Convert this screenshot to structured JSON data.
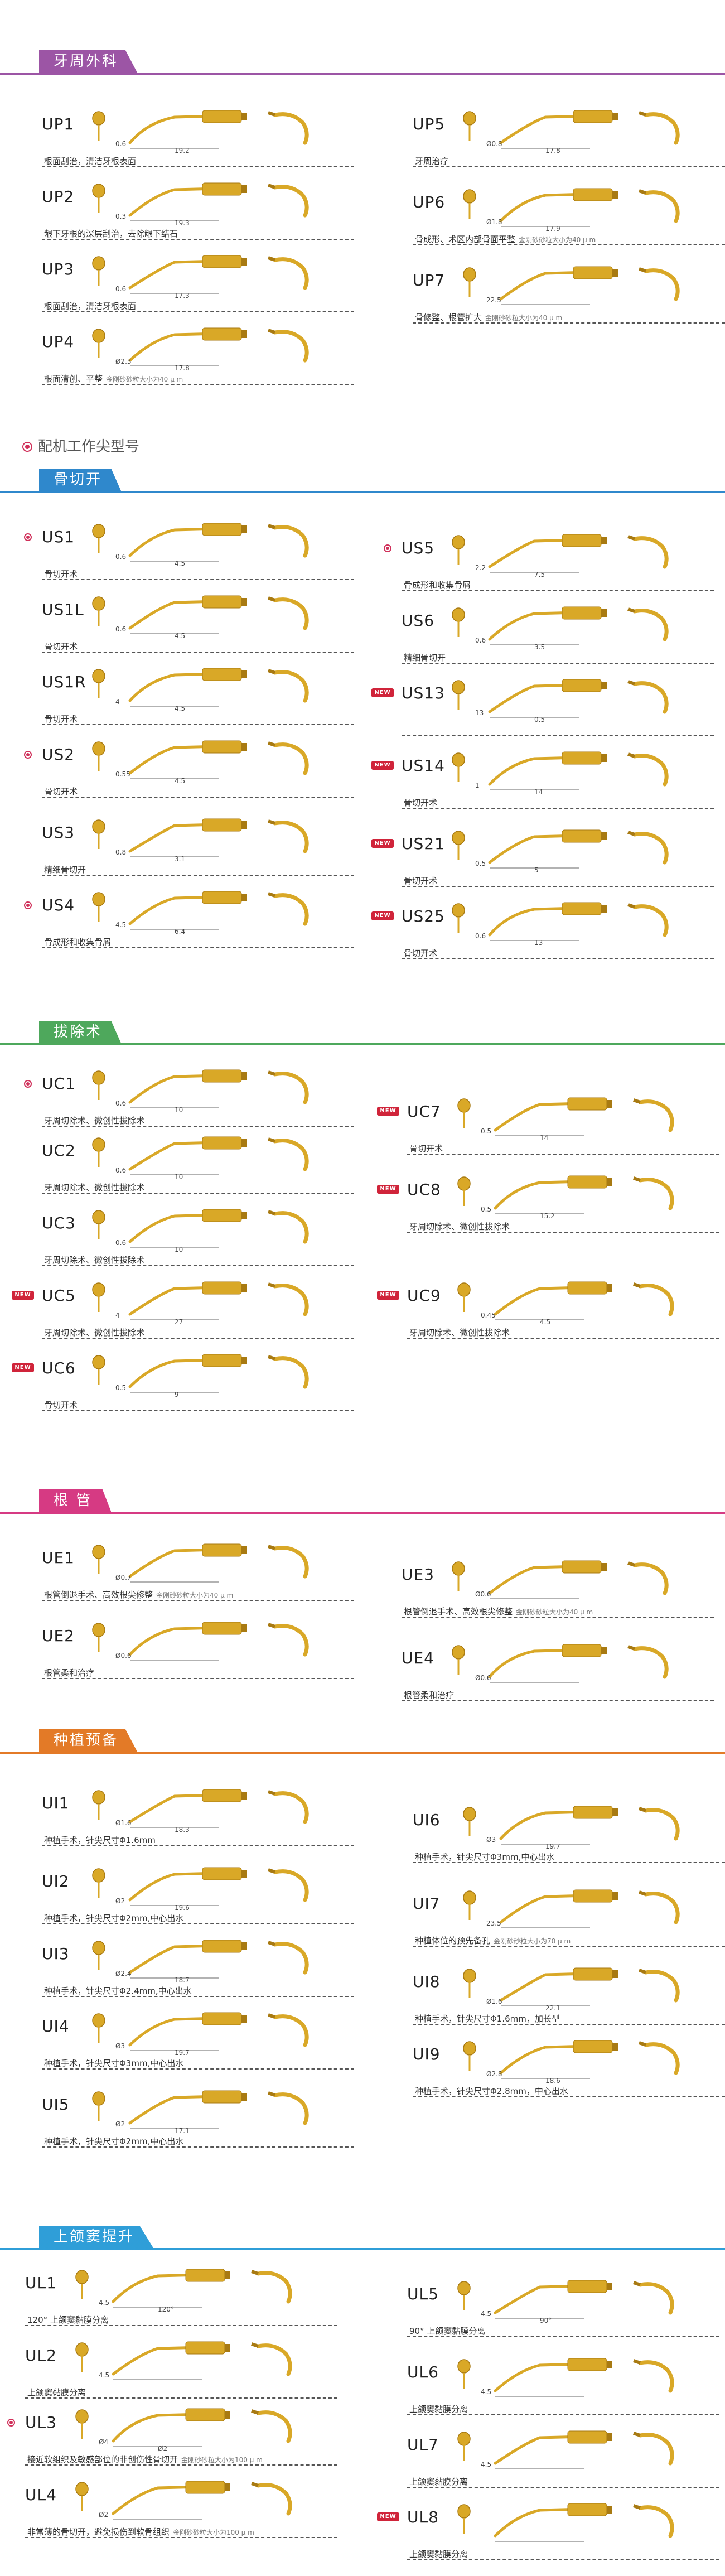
{
  "colors": {
    "perio": "#9c55a5",
    "bone": "#2f88cc",
    "extraction": "#4ea85c",
    "endo": "#d63a83",
    "implant": "#e37a27",
    "sinus": "#2f9ed8",
    "gold": "#d9a827",
    "gold_dark": "#a87a12",
    "new_badge": "#d0243a"
  },
  "icons": {
    "new": "new-badge",
    "recommend": "recommend-dot-icon",
    "tip": "gold-tip-icon"
  },
  "new_label": "NEW",
  "subhead": "配机工作尖型号",
  "sections": [
    {
      "title": "牙周外科",
      "color": "#9c55a5",
      "items": [
        {
          "code": "UP1",
          "desc": "根面刮治，清洁牙根表面",
          "dims": [
            "0.6",
            "19.2"
          ]
        },
        {
          "code": "UP2",
          "desc": "龈下牙根的深层刮治，去除龈下结石",
          "dims": [
            "0.3",
            "19.3"
          ]
        },
        {
          "code": "UP3",
          "desc": "根面刮治，清洁牙根表面",
          "dims": [
            "0.6",
            "17.3"
          ]
        },
        {
          "code": "UP4",
          "desc": "根面清创、平整",
          "note": "金刚砂砂粒大小为40 μ m",
          "dims": [
            "Ø2.3",
            "17.8"
          ]
        },
        {
          "code": "UP5",
          "desc": "牙周治疗",
          "dims": [
            "Ø0.8",
            "17.8"
          ]
        },
        {
          "code": "UP6",
          "desc": "骨成形、术区内部骨面平整",
          "note": "金刚砂砂粒大小为40 μ m",
          "dims": [
            "Ø1.8",
            "17.9"
          ]
        },
        {
          "code": "UP7",
          "desc": "骨修整、根管扩大",
          "note": "金刚砂砂粒大小为40 μ m",
          "dims": [
            "22.5"
          ]
        }
      ]
    },
    {
      "title": "骨切开",
      "color": "#2f88cc",
      "items": [
        {
          "code": "US1",
          "desc": "骨切开术",
          "dims": [
            "0.6",
            "4.5"
          ],
          "marker": "rec"
        },
        {
          "code": "US1L",
          "desc": "骨切开术",
          "dims": [
            "0.6",
            "4.5"
          ]
        },
        {
          "code": "US1R",
          "desc": "骨切开术",
          "dims": [
            "4",
            "4.5"
          ]
        },
        {
          "code": "US2",
          "desc": "骨切开术",
          "dims": [
            "0.55",
            "4.5"
          ],
          "marker": "rec"
        },
        {
          "code": "US3",
          "desc": "精细骨切开",
          "dims": [
            "0.8",
            "3.1"
          ]
        },
        {
          "code": "US4",
          "desc": "骨成形和收集骨屑",
          "dims": [
            "4.5",
            "6.4"
          ],
          "marker": "rec"
        },
        {
          "code": "US5",
          "desc": "骨成形和收集骨屑",
          "dims": [
            "2.2",
            "7.5"
          ],
          "marker": "rec"
        },
        {
          "code": "US6",
          "desc": "精细骨切开",
          "dims": [
            "0.6",
            "3.5"
          ]
        },
        {
          "code": "US13",
          "desc": "",
          "dims": [
            "13",
            "0.5"
          ],
          "marker": "new"
        },
        {
          "code": "US14",
          "desc": "骨切开术",
          "dims": [
            "1",
            "14"
          ],
          "marker": "new"
        },
        {
          "code": "US21",
          "desc": "骨切开术",
          "dims": [
            "0.5",
            "5"
          ],
          "marker": "new"
        },
        {
          "code": "US25",
          "desc": "骨切开术",
          "dims": [
            "0.6",
            "13"
          ],
          "marker": "new"
        }
      ]
    },
    {
      "title": "拔除术",
      "color": "#4ea85c",
      "items": [
        {
          "code": "UC1",
          "desc": "牙周切除术、微创性拔除术",
          "dims": [
            "0.6",
            "10"
          ],
          "marker": "rec"
        },
        {
          "code": "UC2",
          "desc": "牙周切除术、微创性拔除术",
          "dims": [
            "0.6",
            "10"
          ]
        },
        {
          "code": "UC3",
          "desc": "牙周切除术、微创性拔除术",
          "dims": [
            "0.6",
            "10"
          ]
        },
        {
          "code": "UC5",
          "desc": "牙周切除术、微创性拔除术",
          "dims": [
            "4",
            "27"
          ],
          "marker": "new"
        },
        {
          "code": "UC6",
          "desc": "骨切开术",
          "dims": [
            "0.5",
            "9"
          ],
          "marker": "new"
        },
        {
          "code": "UC7",
          "desc": "骨切开术",
          "dims": [
            "0.5",
            "14"
          ],
          "marker": "new"
        },
        {
          "code": "UC8",
          "desc": "牙周切除术、微创性拔除术",
          "dims": [
            "0.5",
            "15.2"
          ],
          "marker": "new"
        },
        {
          "code": "UC9",
          "desc": "牙周切除术、微创性拔除术",
          "dims": [
            "0.45",
            "4.5"
          ],
          "marker": "new"
        }
      ]
    },
    {
      "title": "根 管",
      "color": "#d63a83",
      "items": [
        {
          "code": "UE1",
          "desc": "根管倒退手术、高效根尖修整",
          "note": "金刚砂砂粒大小为40 μ m",
          "dims": [
            "Ø0.7"
          ]
        },
        {
          "code": "UE2",
          "desc": "根管柔和治疗",
          "dims": [
            "Ø0.6"
          ]
        },
        {
          "code": "UE3",
          "desc": "根管倒退手术、高效根尖修整",
          "note": "金刚砂砂粒大小为40 μ m",
          "dims": [
            "Ø0.6"
          ]
        },
        {
          "code": "UE4",
          "desc": "根管柔和治疗",
          "dims": [
            "Ø0.6"
          ]
        }
      ]
    },
    {
      "title": "种植预备",
      "color": "#e37a27",
      "items": [
        {
          "code": "UI1",
          "desc": "种植手术，针尖尺寸Φ1.6mm",
          "dims": [
            "Ø1.6",
            "18.3"
          ]
        },
        {
          "code": "UI2",
          "desc": "种植手术，针尖尺寸Φ2mm,中心出水",
          "dims": [
            "Ø2",
            "19.6"
          ]
        },
        {
          "code": "UI3",
          "desc": "种植手术，针尖尺寸Φ2.4mm,中心出水",
          "dims": [
            "Ø2.4",
            "18.7"
          ]
        },
        {
          "code": "UI4",
          "desc": "种植手术，针尖尺寸Φ3mm,中心出水",
          "dims": [
            "Ø3",
            "19.7"
          ]
        },
        {
          "code": "UI5",
          "desc": "种植手术，针尖尺寸Φ2mm,中心出水",
          "dims": [
            "Ø2",
            "17.1"
          ]
        },
        {
          "code": "UI6",
          "desc": "种植手术，针尖尺寸Φ3mm,中心出水",
          "dims": [
            "Ø3",
            "19.7"
          ]
        },
        {
          "code": "UI7",
          "desc": "种植体位的预先备孔",
          "note": "金刚砂砂粒大小为70 μ m",
          "dims": [
            "23.5"
          ]
        },
        {
          "code": "UI8",
          "desc": "种植手术，针尖尺寸Φ1.6mm，加长型",
          "dims": [
            "Ø1.6",
            "22.1"
          ]
        },
        {
          "code": "UI9",
          "desc": "种植手术，针尖尺寸Φ2.8mm，中心出水",
          "dims": [
            "Ø2.8",
            "18.6"
          ]
        }
      ]
    },
    {
      "title": "上颌窦提升",
      "color": "#2f9ed8",
      "items": [
        {
          "code": "UL1",
          "desc": "120° 上颌窦黏膜分离",
          "dims": [
            "4.5",
            "120°"
          ]
        },
        {
          "code": "UL2",
          "desc": "上颌窦黏膜分离",
          "dims": [
            "4.5"
          ]
        },
        {
          "code": "UL3",
          "desc": "接近软组织及敏感部位的非创伤性骨切开",
          "note": "金刚砂砂粒大小为100 μ m",
          "dims": [
            "Ø4",
            "Ø2"
          ],
          "marker": "rec"
        },
        {
          "code": "UL4",
          "desc": "非常薄的骨切开，避免损伤到软骨组织",
          "note": "金刚砂砂粒大小为100 μ m",
          "dims": [
            "Ø2"
          ]
        },
        {
          "code": "UL5",
          "desc": "90° 上颌窦黏膜分离",
          "dims": [
            "4.5",
            "90°"
          ]
        },
        {
          "code": "UL6",
          "desc": "上颌窦黏膜分离",
          "dims": [
            "4.5"
          ]
        },
        {
          "code": "UL7",
          "desc": "上颌窦黏膜分离",
          "dims": [
            "4.5"
          ]
        },
        {
          "code": "UL8",
          "desc": "上颌窦黏膜分离",
          "dims": [],
          "marker": "new"
        }
      ]
    }
  ]
}
